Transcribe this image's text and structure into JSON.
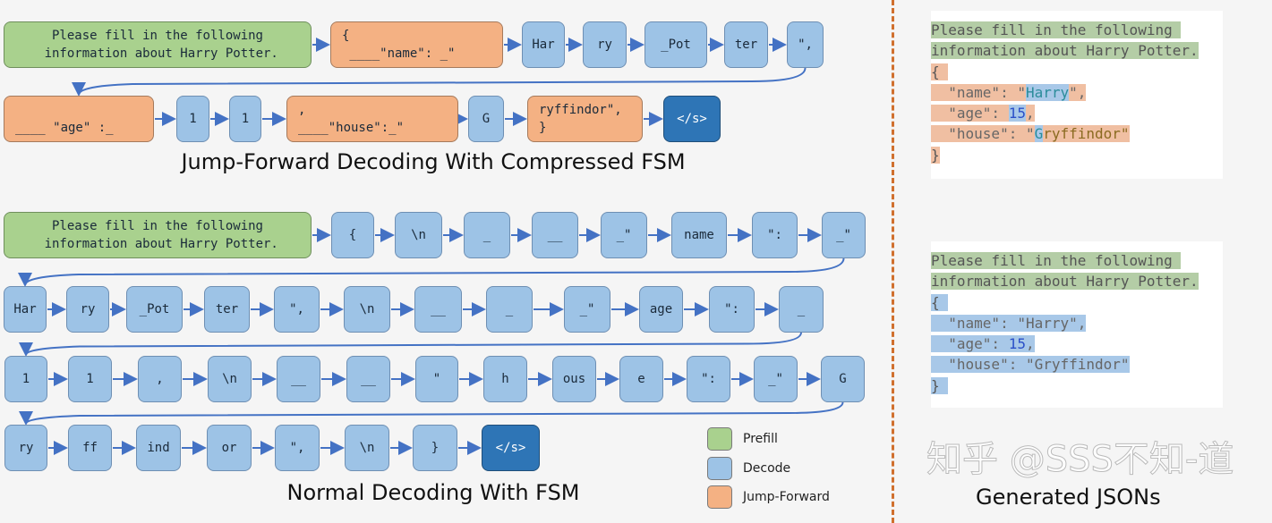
{
  "jump_forward": {
    "title": "Jump-Forward Decoding With Compressed FSM",
    "rows": [
      [
        {
          "text": "Please fill in the following\n information about Harry Potter.",
          "type": "prefill"
        },
        {
          "text": "{\n ____\"name\": _\"",
          "type": "jump"
        },
        {
          "text": "Har",
          "type": "decode"
        },
        {
          "text": "ry",
          "type": "decode"
        },
        {
          "text": "_Pot",
          "type": "decode"
        },
        {
          "text": "ter",
          "type": "decode"
        },
        {
          "text": "\",",
          "type": "decode"
        }
      ],
      [
        {
          "text": "\n____ \"age\" :_",
          "type": "jump"
        },
        {
          "text": "1",
          "type": "decode"
        },
        {
          "text": "1",
          "type": "decode"
        },
        {
          "text": ",\n____\"house\":_\"",
          "type": "jump"
        },
        {
          "text": "G",
          "type": "decode"
        },
        {
          "text": "ryffindor\",\n}",
          "type": "jump"
        },
        {
          "text": "</s>",
          "type": "eos"
        }
      ]
    ]
  },
  "normal": {
    "title": "Normal Decoding With FSM",
    "rows": [
      [
        {
          "text": "Please fill in the following\n information about Harry Potter.",
          "type": "prefill"
        },
        {
          "text": "{",
          "type": "decode"
        },
        {
          "text": "\\n",
          "type": "decode"
        },
        {
          "text": "_",
          "type": "decode"
        },
        {
          "text": "__",
          "type": "decode"
        },
        {
          "text": "_\"",
          "type": "decode"
        },
        {
          "text": "name",
          "type": "decode"
        },
        {
          "text": "\":",
          "type": "decode"
        },
        {
          "text": "_\"",
          "type": "decode"
        }
      ],
      [
        {
          "text": "Har",
          "type": "decode"
        },
        {
          "text": "ry",
          "type": "decode"
        },
        {
          "text": "_Pot",
          "type": "decode"
        },
        {
          "text": "ter",
          "type": "decode"
        },
        {
          "text": "\",",
          "type": "decode"
        },
        {
          "text": "\\n",
          "type": "decode"
        },
        {
          "text": "__",
          "type": "decode"
        },
        {
          "text": "_",
          "type": "decode"
        },
        {
          "text": "_\"",
          "type": "decode"
        },
        {
          "text": "age",
          "type": "decode"
        },
        {
          "text": "\":",
          "type": "decode"
        },
        {
          "text": "_",
          "type": "decode"
        }
      ],
      [
        {
          "text": "1",
          "type": "decode"
        },
        {
          "text": "1",
          "type": "decode"
        },
        {
          "text": ",",
          "type": "decode"
        },
        {
          "text": "\\n",
          "type": "decode"
        },
        {
          "text": "__",
          "type": "decode"
        },
        {
          "text": "__",
          "type": "decode"
        },
        {
          "text": "\"",
          "type": "decode"
        },
        {
          "text": "h",
          "type": "decode"
        },
        {
          "text": "ous",
          "type": "decode"
        },
        {
          "text": "e",
          "type": "decode"
        },
        {
          "text": "\":",
          "type": "decode"
        },
        {
          "text": "_\"",
          "type": "decode"
        },
        {
          "text": "G",
          "type": "decode"
        }
      ],
      [
        {
          "text": "ry",
          "type": "decode"
        },
        {
          "text": "ff",
          "type": "decode"
        },
        {
          "text": "ind",
          "type": "decode"
        },
        {
          "text": "or",
          "type": "decode"
        },
        {
          "text": "\",",
          "type": "decode"
        },
        {
          "text": "\\n",
          "type": "decode"
        },
        {
          "text": "}",
          "type": "decode"
        },
        {
          "text": "</s>",
          "type": "eos"
        }
      ]
    ]
  },
  "legend": [
    {
      "label": "Prefill",
      "color": "#a9d18e"
    },
    {
      "label": "Decode",
      "color": "#9dc3e6"
    },
    {
      "label": "Jump-Forward",
      "color": "#f4b183"
    }
  ],
  "colors": {
    "prefill": "#a9d18e",
    "decode": "#9dc3e6",
    "jump_forward": "#f4b183",
    "eos": "#2e75b6",
    "arrow": "#4472c4",
    "divider": "#d0702e"
  },
  "generated": {
    "title": "Generated JSONs",
    "panels": [
      [
        [
          {
            "t": "Please fill in the following ",
            "h": "prefill",
            "c": "plain"
          }
        ],
        [
          {
            "t": "information about Harry Potter.",
            "h": "prefill",
            "c": "plain"
          }
        ],
        [
          {
            "t": "{ ",
            "h": "jump",
            "c": "plain"
          }
        ],
        [
          {
            "t": "  \"name\": \"",
            "h": "jump",
            "c": "key"
          },
          {
            "t": "Harry",
            "h": "decode",
            "c": "str"
          },
          {
            "t": "\",",
            "h": "jump",
            "c": "key"
          }
        ],
        [
          {
            "t": "  \"age\": ",
            "h": "jump",
            "c": "key"
          },
          {
            "t": "15",
            "h": "decode",
            "c": "num"
          },
          {
            "t": ",",
            "h": "jump",
            "c": "key"
          }
        ],
        [
          {
            "t": "  \"house\": \"",
            "h": "jump",
            "c": "key"
          },
          {
            "t": "G",
            "h": "decode",
            "c": "str"
          },
          {
            "t": "ryffindor\"",
            "h": "jump",
            "c": "str2"
          }
        ],
        [
          {
            "t": "}",
            "h": "jump",
            "c": "plain"
          }
        ]
      ],
      [
        [
          {
            "t": "Please fill in the following ",
            "h": "prefill",
            "c": "plain"
          }
        ],
        [
          {
            "t": "information about Harry Potter.",
            "h": "prefill",
            "c": "plain"
          }
        ],
        [
          {
            "t": "{ ",
            "h": "decode",
            "c": "plain"
          }
        ],
        [
          {
            "t": "  \"name\": \"Harry\",",
            "h": "decode",
            "c": "key"
          }
        ],
        [
          {
            "t": "  \"age\": ",
            "h": "decode",
            "c": "key"
          },
          {
            "t": "15",
            "h": "decode",
            "c": "num"
          },
          {
            "t": ",",
            "h": "decode",
            "c": "key"
          }
        ],
        [
          {
            "t": "  \"house\": \"Gryffindor\"",
            "h": "decode",
            "c": "key"
          }
        ],
        [
          {
            "t": "} ",
            "h": "decode",
            "c": "plain"
          }
        ]
      ]
    ]
  },
  "watermark": "知乎 @SSS不知-道"
}
